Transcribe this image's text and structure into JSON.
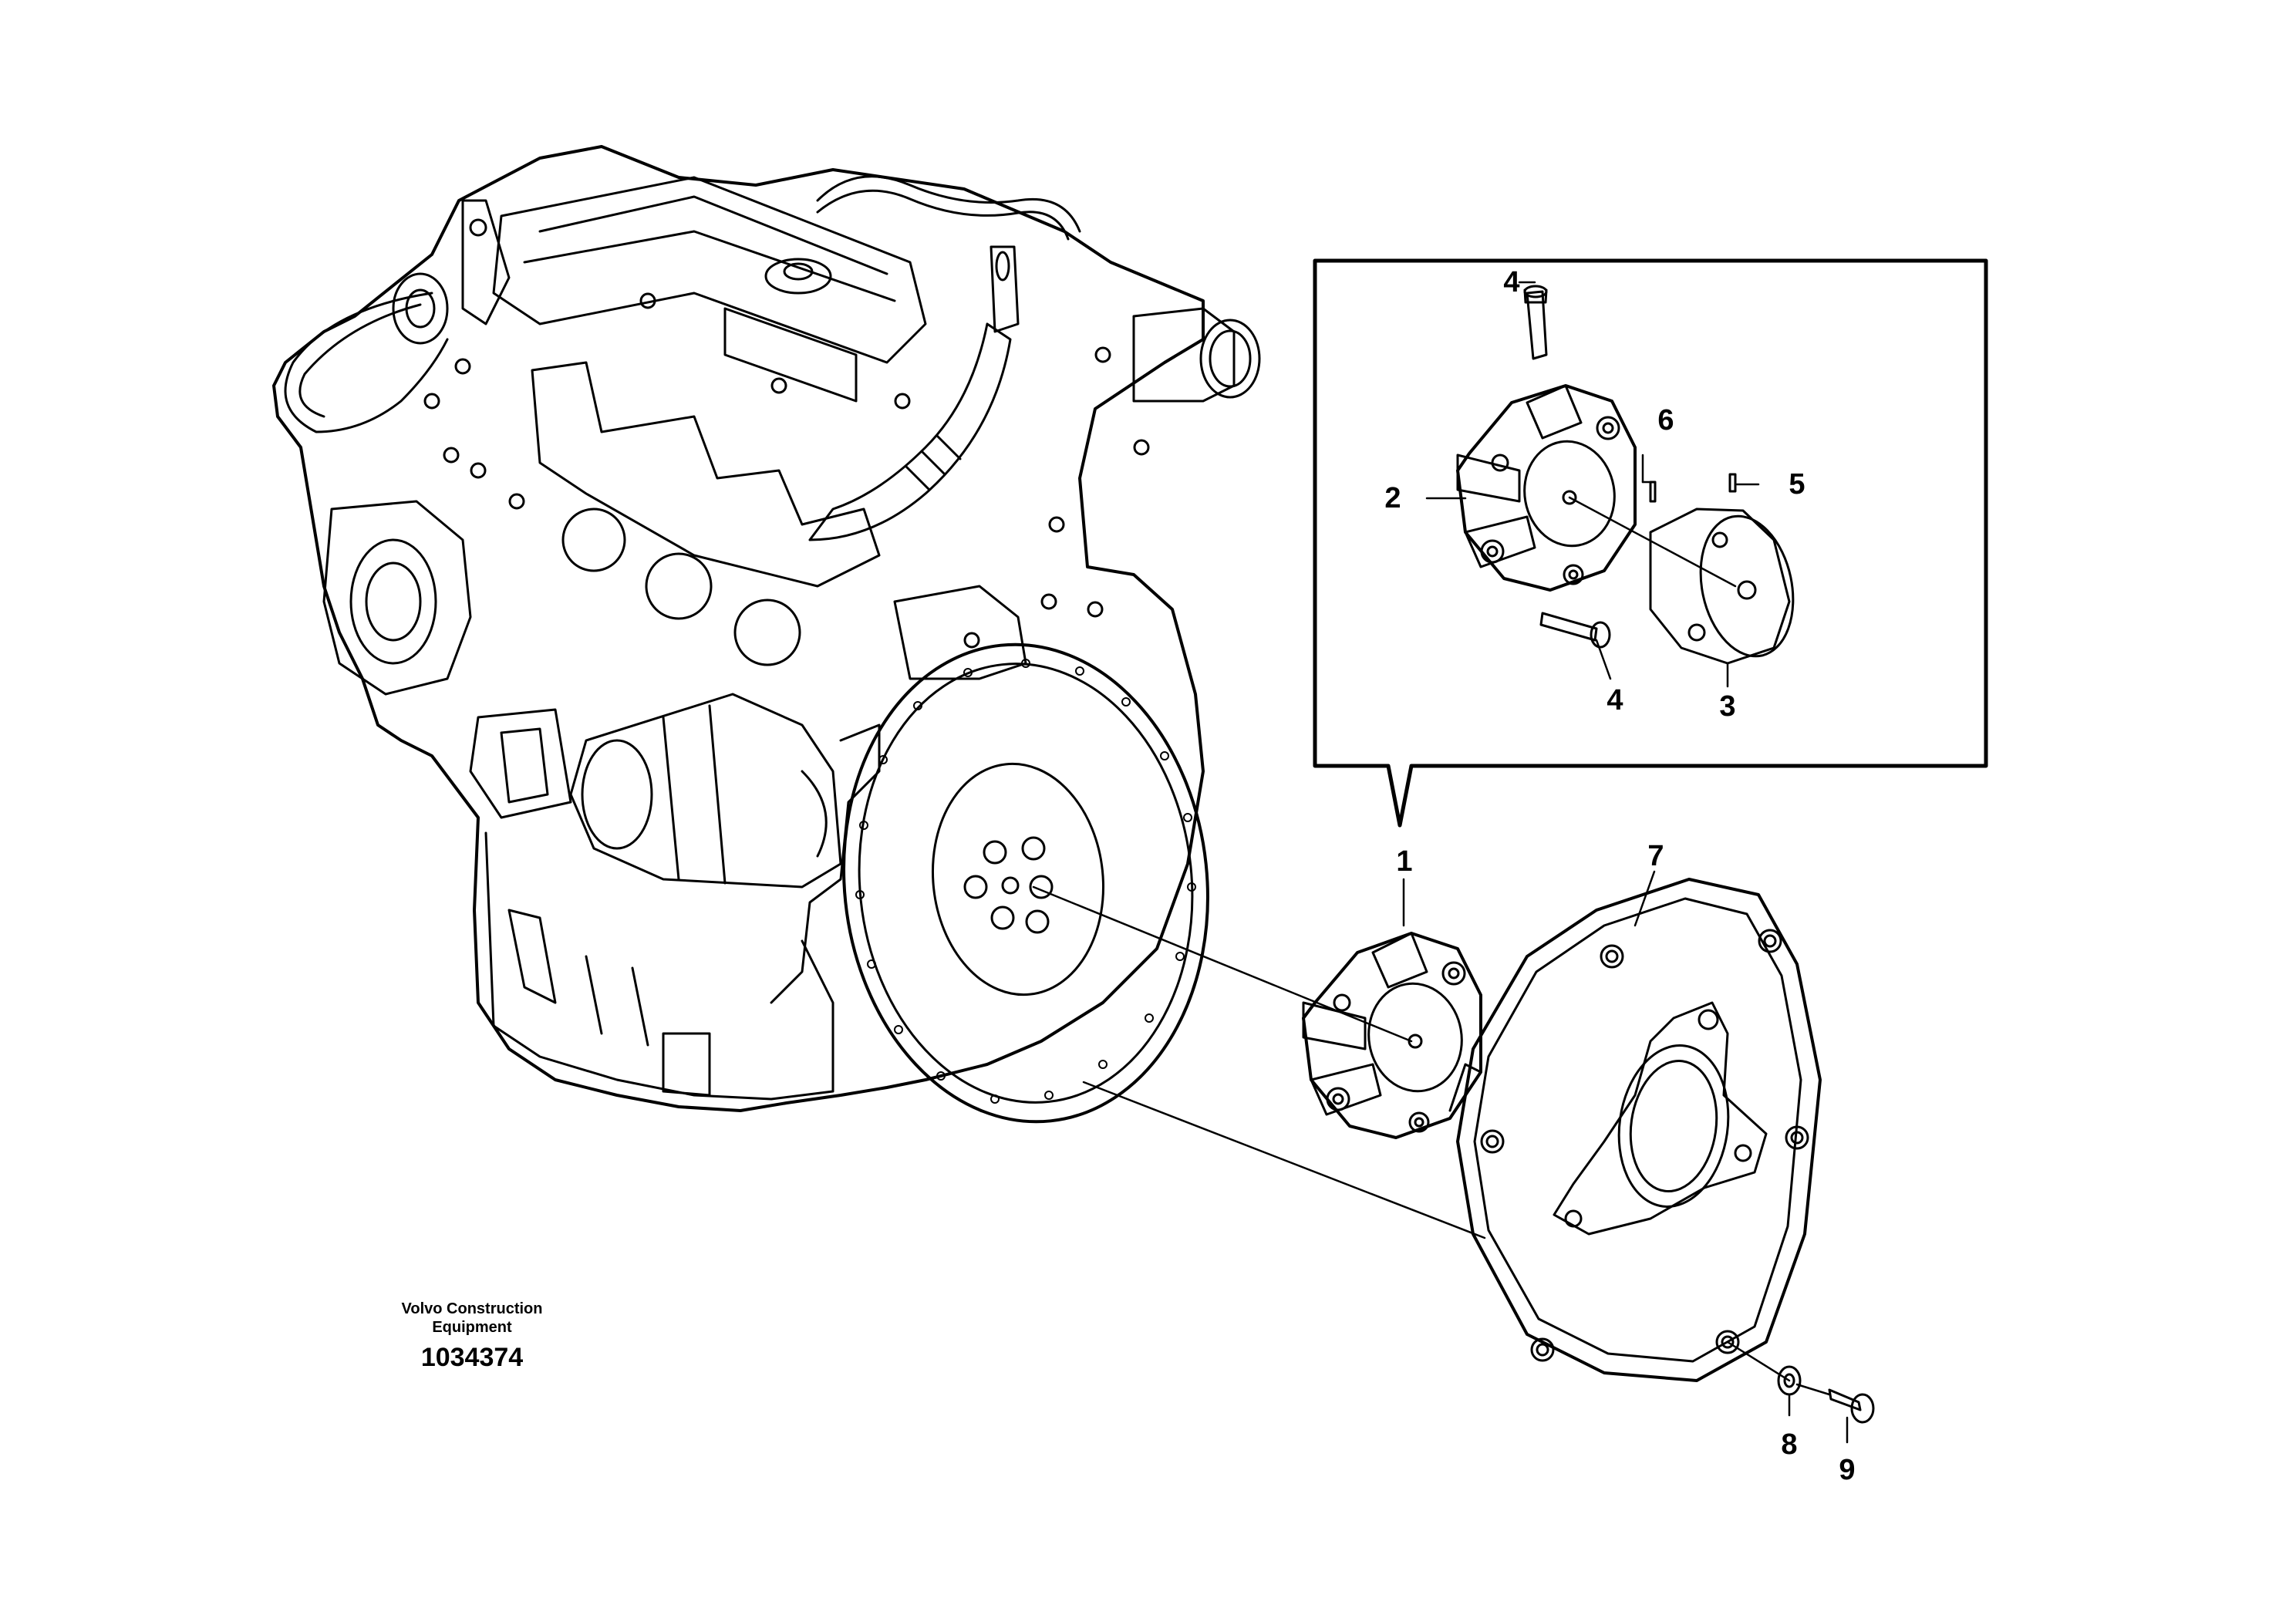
{
  "callouts": {
    "c1": "1",
    "c2": "2",
    "c3": "3",
    "c4_top": "4",
    "c4_bottom": "4",
    "c5": "5",
    "c6": "6",
    "c7": "7",
    "c8": "8",
    "c9": "9"
  },
  "brand": {
    "line1": "Volvo Construction",
    "line2": "Equipment",
    "code": "1034374"
  }
}
